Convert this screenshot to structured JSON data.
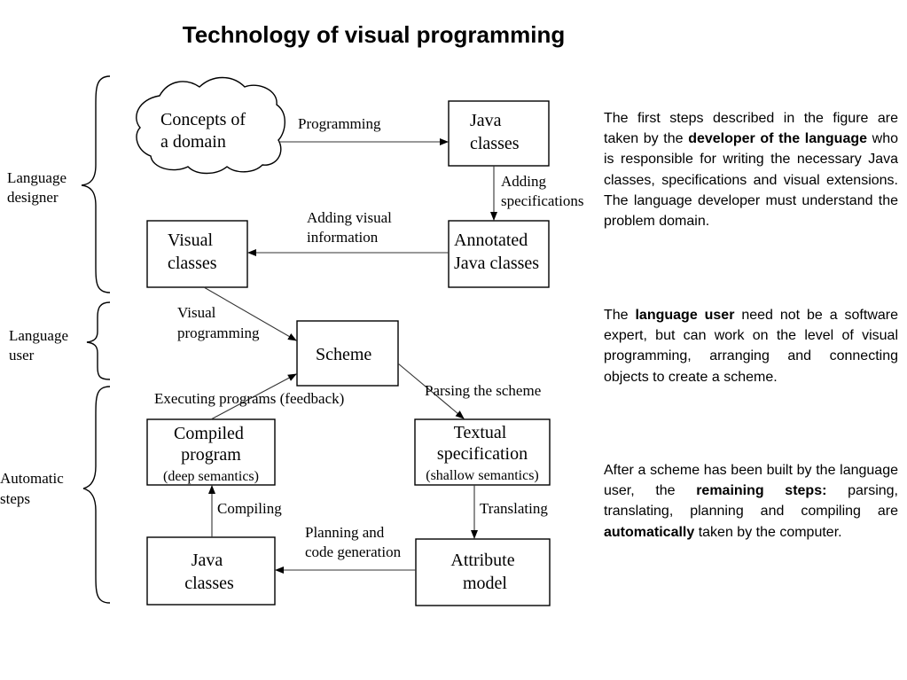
{
  "title": "Technology of visual programming",
  "diagram": {
    "groups": {
      "language_designer": [
        "Language",
        "designer"
      ],
      "language_user": [
        "Language",
        "user"
      ],
      "automatic_steps": [
        "Automatic",
        "steps"
      ]
    },
    "nodes": {
      "concepts": [
        "Concepts of",
        "a domain"
      ],
      "java_classes_top": [
        "Java",
        "classes"
      ],
      "annotated": [
        "Annotated",
        "Java classes"
      ],
      "visual_classes": [
        "Visual",
        "classes"
      ],
      "scheme": "Scheme",
      "compiled": [
        "Compiled",
        "program",
        "(deep semantics)"
      ],
      "textual": [
        "Textual",
        "specification",
        "(shallow semantics)"
      ],
      "java_classes_bottom": [
        "Java",
        "classes"
      ],
      "attribute_model": [
        "Attribute",
        "model"
      ]
    },
    "edges": {
      "programming": "Programming",
      "adding_specifications": [
        "Adding",
        "specifications"
      ],
      "adding_visual": [
        "Adding visual",
        "information"
      ],
      "visual_programming": [
        "Visual",
        "programming"
      ],
      "executing": "Executing programs (feedback)",
      "parsing": "Parsing the scheme",
      "compiling": "Compiling",
      "translating": "Translating",
      "planning": [
        "Planning and",
        "code generation"
      ]
    }
  },
  "paragraphs": {
    "p1": {
      "a": "The first steps described in the figure are taken by the ",
      "b_bold": "developer of the language",
      "c": " who is responsible for writing the necessary Java classes, specifications and visual extensions. The language developer must understand the problem domain."
    },
    "p2": {
      "a": " The ",
      "b_bold": "language user",
      "c": " need not be a software expert, but can work on the level of visual programming, arranging and connecting objects to create a scheme."
    },
    "p3": {
      "a": "After a scheme has been built by the language user, the ",
      "b_bold": "remaining steps:",
      "c": " parsing, translating, planning and compiling are ",
      "d_bold": "automatically",
      "e": " taken by the computer."
    }
  }
}
